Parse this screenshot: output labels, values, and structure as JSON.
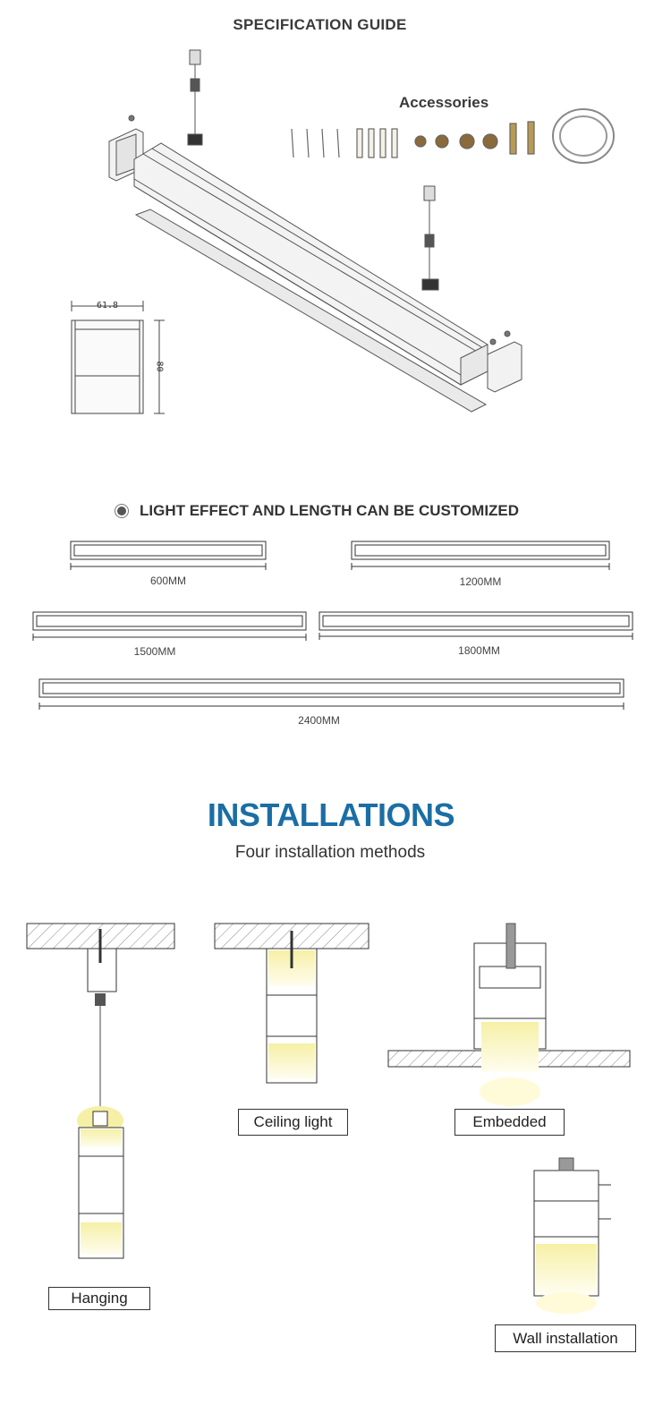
{
  "spec": {
    "title": "SPECIFICATION GUIDE",
    "accessories_label": "Accessories",
    "dim_width": "61.8",
    "dim_height": "80"
  },
  "custom": {
    "heading": "LIGHT EFFECT AND LENGTH CAN BE CUSTOMIZED",
    "lengths": [
      "600MM",
      "1200MM",
      "1500MM",
      "1800MM",
      "2400MM"
    ]
  },
  "installations": {
    "title": "INSTALLATIONS",
    "subtitle": "Four installation methods",
    "methods": [
      "Hanging",
      "Ceiling light",
      "Embedded",
      "Wall installation"
    ]
  },
  "colors": {
    "accent": "#1b6ea5",
    "glow": "#f6f0a6"
  }
}
